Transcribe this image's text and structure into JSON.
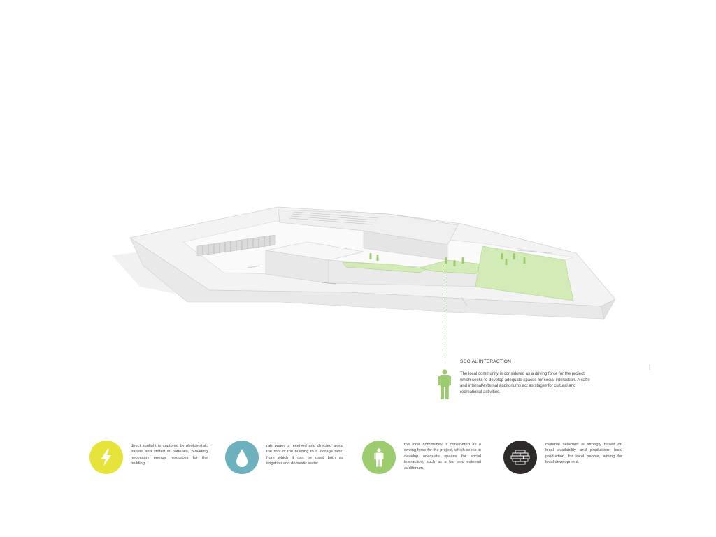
{
  "colors": {
    "green": "#9ccc6d",
    "lawn": "#d3ebb7",
    "yellow": "#e6e43a",
    "blue": "#6db1bf",
    "dark": "#2e2a2a",
    "building": "#ececec"
  },
  "callout": {
    "title": "SOCIAL INTERACTION",
    "text": "The local community is considered as a driving force for the project, which seeks to develop adequate spaces for social interaction. A caffè and internal/external auditoriums act as stages for cultural and recreational activities.",
    "icon": "person-icon"
  },
  "features": [
    {
      "icon": "lightning-icon",
      "text": "direct sunlight is captured by photovoltaic panels and stored in batteries, providing necessary energy resources for the building."
    },
    {
      "icon": "water-drop-icon",
      "text": "rain water is received and directed along the roof of the building to a storage tank, from which it can be used both as irrigation and domestic water."
    },
    {
      "icon": "person-icon",
      "text": "the local community is considered as a driving force for the project, which seeks to develop adequate spaces for social interaction, such as a bar and external auditorium."
    },
    {
      "icon": "brick-wall-icon",
      "text": "material selection is strongly based on local availability and production: local production, for local people, aiming for local development."
    }
  ]
}
